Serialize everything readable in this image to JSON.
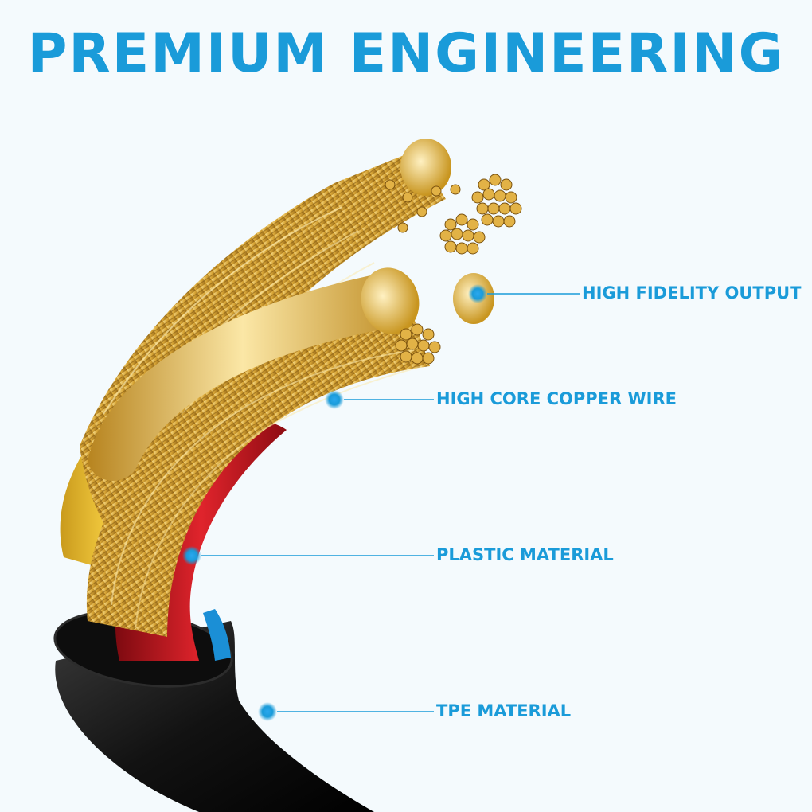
{
  "headline": "PREMIUM ENGINEERING",
  "colors": {
    "accent": "#1a9bd9",
    "background": "#f4fafd",
    "copper": "#d9a636",
    "insulation_red": "#c8121c",
    "insulation_yellow": "#f2c230",
    "insulation_blue": "#1b8fd6",
    "jacket": "#141414"
  },
  "callouts": [
    {
      "label": "HIGH FIDELITY OUTPUT",
      "icon": "dot-marker-icon"
    },
    {
      "label": "HIGH CORE COPPER WIRE",
      "icon": "dot-marker-icon"
    },
    {
      "label": "PLASTIC MATERIAL",
      "icon": "dot-marker-icon"
    },
    {
      "label": "TPE MATERIAL",
      "icon": "dot-marker-icon"
    }
  ]
}
